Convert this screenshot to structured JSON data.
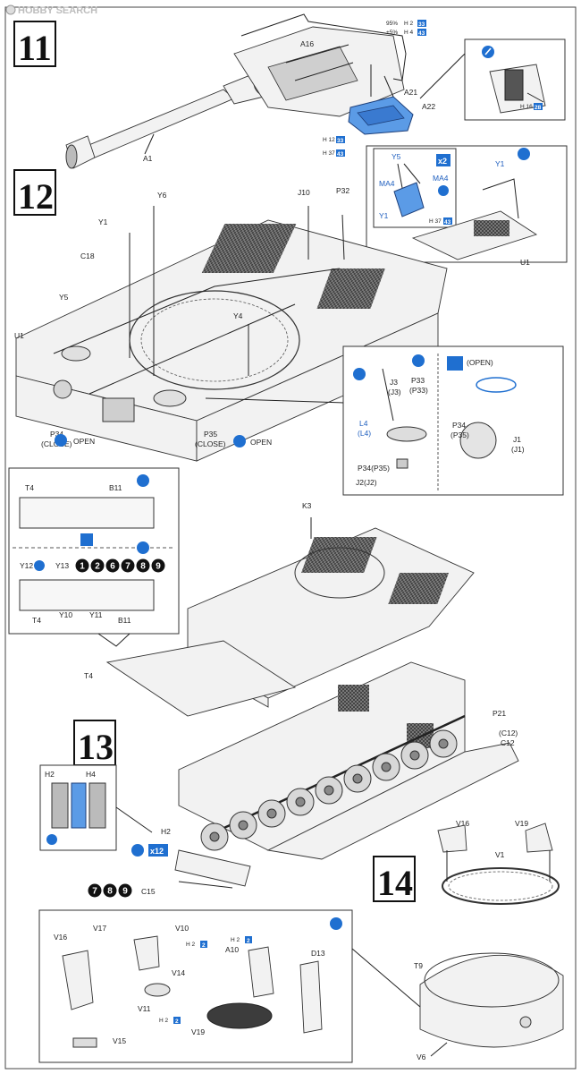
{
  "watermark": {
    "logo_text": "HOBBY SEARCH"
  },
  "steps": [
    "11",
    "12",
    "13",
    "14"
  ],
  "step11": {
    "labels": {
      "a1": "A1",
      "a16": "A16",
      "a21": "A21",
      "a22": "A22"
    },
    "paint_pct": [
      "95%",
      "+5%"
    ],
    "paint_codes": [
      "H 2",
      "H 4",
      "H 12",
      "H 37",
      "H 16"
    ],
    "paint_nums": [
      "33",
      "43",
      "28"
    ]
  },
  "inset12": {
    "labels": {
      "y5": "Y5",
      "ma4a": "MA4",
      "ma4b": "MA4",
      "y1a": "Y1",
      "y1b": "Y1",
      "u1": "U1"
    },
    "multiplier": "x2",
    "paint_code": "H 37",
    "paint_num": "43"
  },
  "step12": {
    "labels": {
      "y6": "Y6",
      "j10": "J10",
      "p32": "P32",
      "y1": "Y1",
      "c18": "C18",
      "y5": "Y5",
      "u1": "U1",
      "y4": "Y4",
      "p34": "P34",
      "p34_close": "(CLOSE)",
      "p35": "P35",
      "p35_close": "(CLOSE)",
      "open": "OPEN"
    },
    "detail": {
      "p33": "P33",
      "p33b": "(P33)",
      "j3": "J3",
      "j3b": "(J3)",
      "l4": "L4",
      "l4b": "(L4)",
      "p34": "P34(P35)",
      "j2": "J2(J2)",
      "open": "(OPEN)",
      "p34r": "P34",
      "p35r": "(P35)",
      "j1": "J1",
      "j1b": "(J1)"
    }
  },
  "inset13": {
    "labels": {
      "t4a": "T4",
      "b11a": "B11",
      "y12": "Y12",
      "y13": "Y13",
      "t4b": "T4",
      "y10": "Y10",
      "y11": "Y11",
      "b11b": "B11"
    },
    "numbers": [
      "1",
      "2",
      "6",
      "7",
      "8",
      "9"
    ]
  },
  "step13": {
    "labels": {
      "k3": "K3",
      "t4": "T4",
      "p21": "P21",
      "c12a": "(C12)",
      "c12b": "C12",
      "h2": "H2",
      "c15": "C15",
      "h4": "H4",
      "h2i": "H2"
    },
    "multiplier": "x12",
    "numbers": [
      "7",
      "8",
      "9"
    ]
  },
  "step14": {
    "labels": {
      "v16": "V16",
      "v19": "V19",
      "v1": "V1",
      "t9": "T9",
      "v6": "V6"
    },
    "detail": {
      "v16": "V16",
      "v17": "V17",
      "v10": "V10",
      "v14": "V14",
      "a10": "A10",
      "d13": "D13",
      "v11": "V11",
      "v15": "V15",
      "v19": "V19"
    },
    "paint_code": "H 2",
    "paint_num": "2"
  }
}
